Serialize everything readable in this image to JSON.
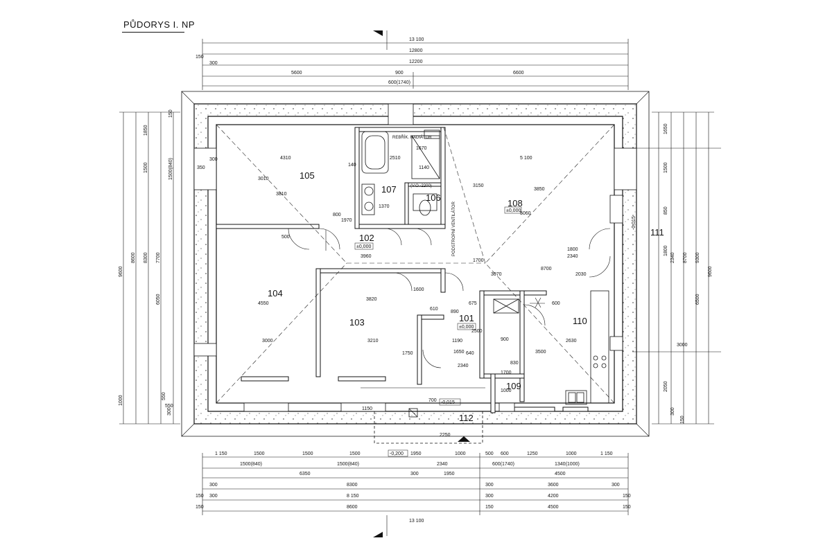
{
  "title": "PŮDORYS I. NP",
  "rooms": [
    {
      "id": "105"
    },
    {
      "id": "107"
    },
    {
      "id": "106"
    },
    {
      "id": "108"
    },
    {
      "id": "102"
    },
    {
      "id": "104"
    },
    {
      "id": "103"
    },
    {
      "id": "101"
    },
    {
      "id": "110"
    },
    {
      "id": "109"
    },
    {
      "id": "111"
    },
    {
      "id": "112"
    }
  ],
  "elevations": {
    "e108": "±0,000",
    "e102": "±0,000",
    "e101": "±0,000",
    "e111": "-0,015",
    "e112a": "-0,015",
    "e112b": "-0,200"
  },
  "notes": {
    "radiator": "REBŘÍK. RADIÁTOR",
    "vent": "PODSTROPNÍ VENTILÁTOR",
    "vent_label": "(V.O.-2200)"
  },
  "top_dims": {
    "row1": "13 100",
    "row2": "12800",
    "row3": "12200",
    "row4_left": "5600",
    "row4_mid": "900",
    "row4_right": "6600",
    "row4_sub": "600(1740)",
    "edge": "150",
    "edge2": "300"
  },
  "bottom_dims": {
    "r1": [
      "1 150",
      "1500",
      "1500",
      "1500",
      "1950",
      "1000",
      "500",
      "600",
      "1250",
      "1000",
      "1 150"
    ],
    "r1_sub": [
      "1500(840)",
      "1500(840)",
      "2340",
      "600(1740)",
      "1340(1000)"
    ],
    "r2": [
      "6350",
      "300",
      "1950",
      "4500"
    ],
    "r3": [
      "300",
      "8300",
      "300",
      "3600",
      "300"
    ],
    "r4": [
      "150",
      "300",
      "8 150",
      "300",
      "4200",
      "150"
    ],
    "r5": [
      "150",
      "8600",
      "150",
      "4500",
      "150"
    ],
    "total": "13 100"
  },
  "left_dims": [
    "9600",
    "8600",
    "8300",
    "7700",
    "6050",
    "1850",
    "1500",
    "1500(840)",
    "1000",
    "550",
    "300",
    "150"
  ],
  "right_dims": [
    "9600",
    "9300",
    "8700",
    "6500",
    "2340",
    "1800",
    "1500",
    "850",
    "1650",
    "300",
    "2050",
    "150",
    "3000"
  ],
  "inner_dims": [
    "4310",
    "3010",
    "3810",
    "300",
    "350",
    "140",
    "2510",
    "1370",
    "1970",
    "800",
    "1670",
    "1140",
    "3150",
    "5 100",
    "3850",
    "5060",
    "3960",
    "1800",
    "2340",
    "2030",
    "3070",
    "8700",
    "1700",
    "3820",
    "1600",
    "4550",
    "3000",
    "3210",
    "610",
    "1190",
    "675",
    "890",
    "2500",
    "640",
    "1650",
    "1750",
    "900",
    "2340",
    "1700",
    "830",
    "3500",
    "2630",
    "600",
    "1000",
    "2250",
    "1150",
    "700",
    "500",
    "550"
  ]
}
